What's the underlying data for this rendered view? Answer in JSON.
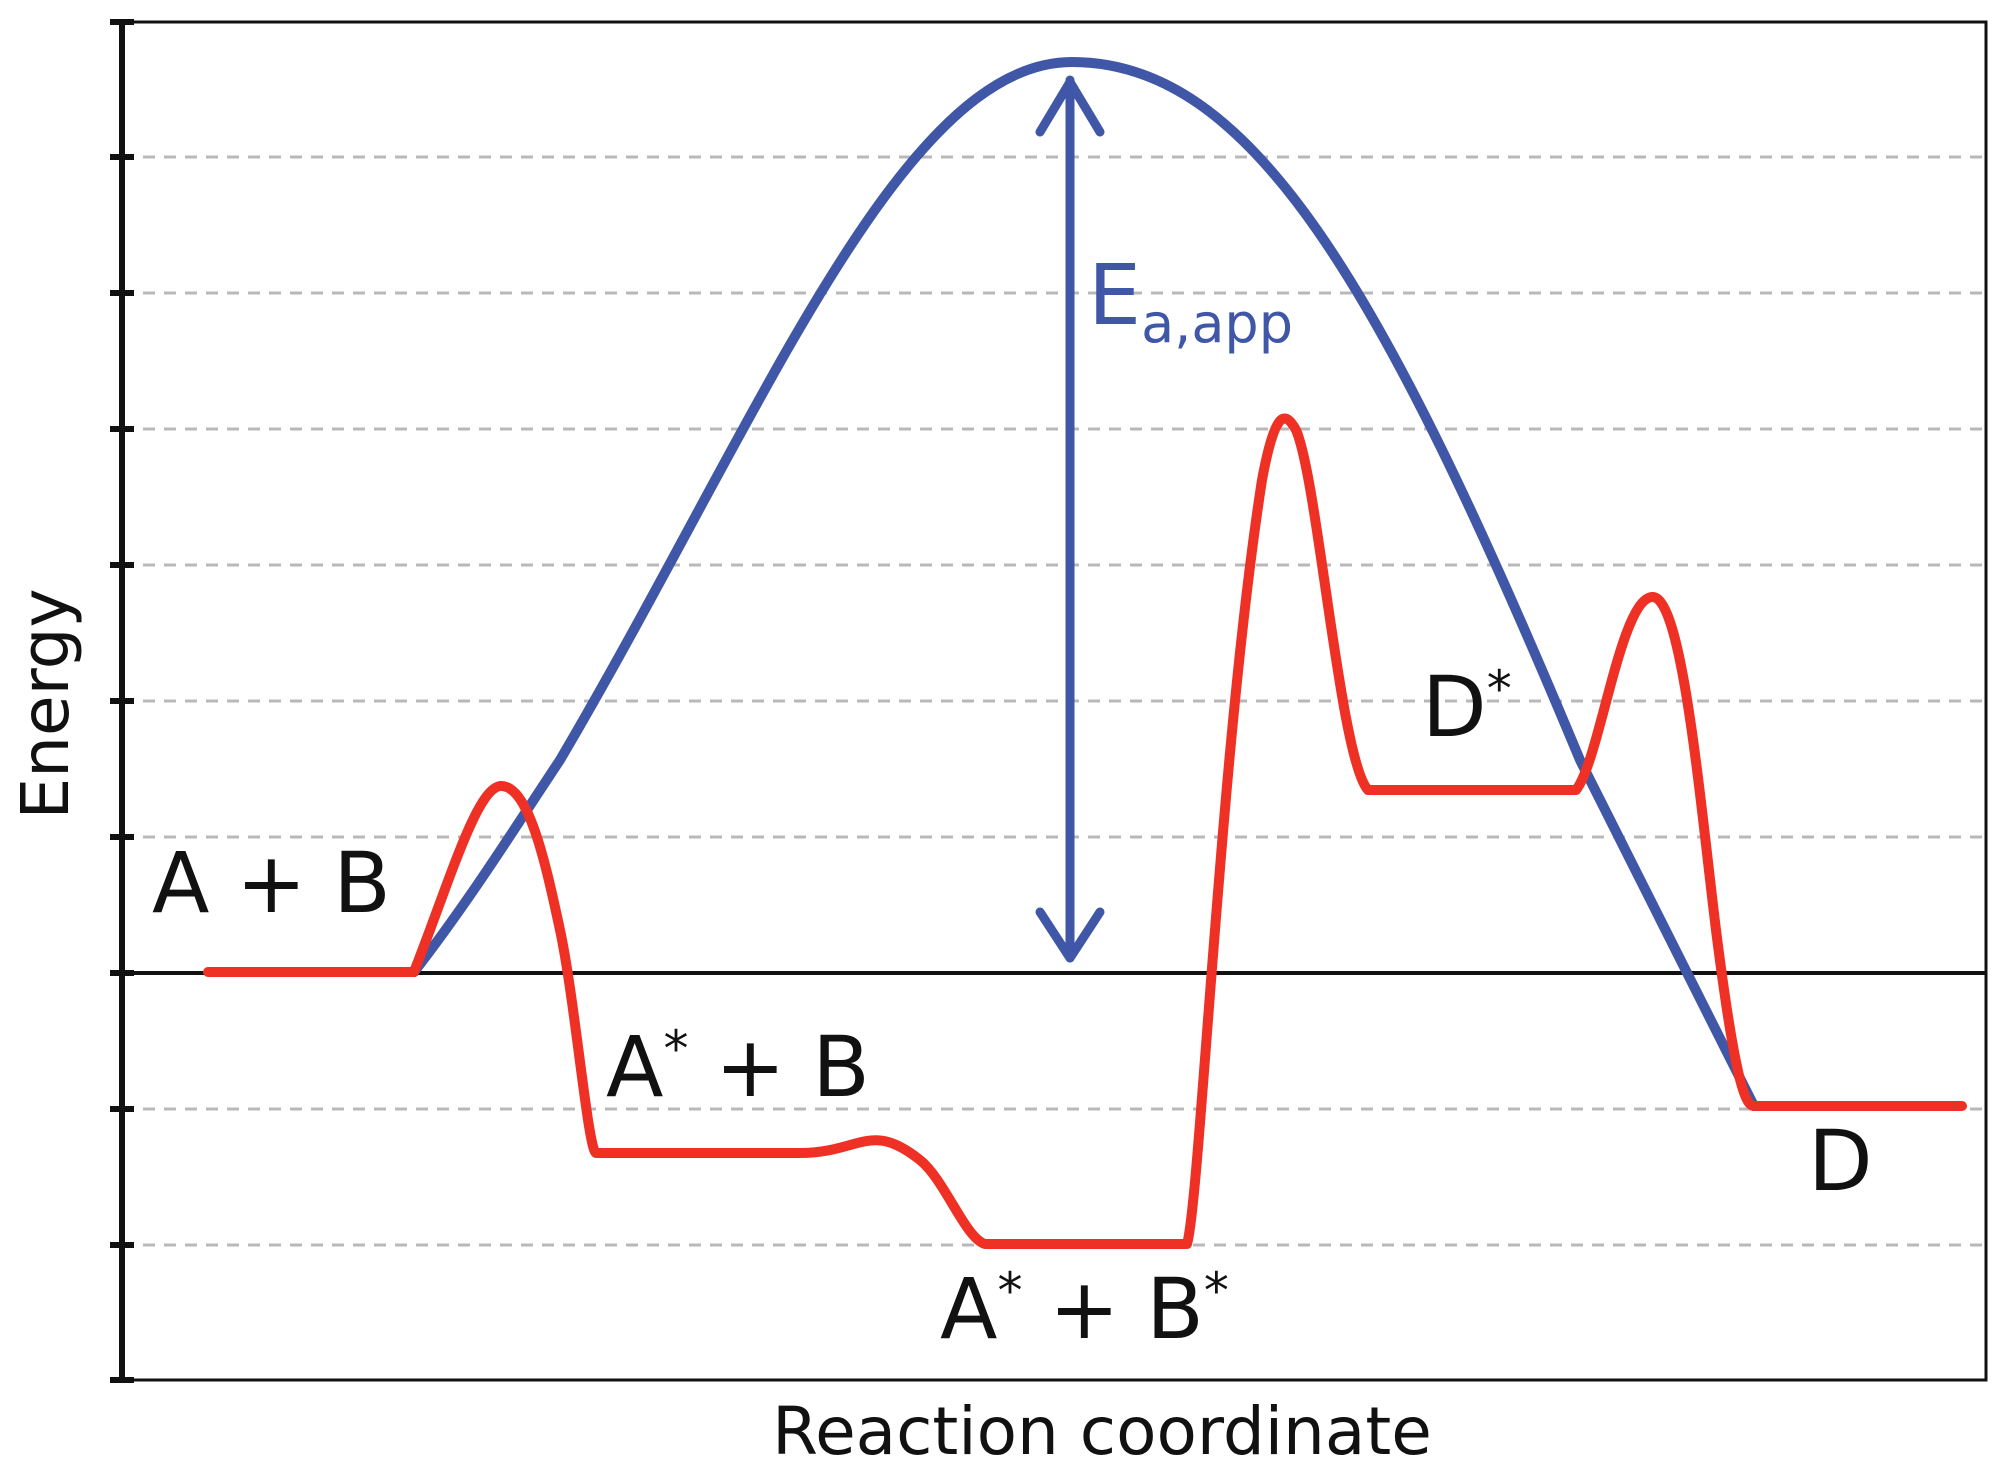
{
  "figure": {
    "ylabel": "Energy",
    "xlabel": "Reaction coordinate",
    "grid": "dashed horizontal",
    "colors": {
      "axis": "#111111",
      "grid": "#b8b8b8",
      "catalytic_path": "#ee3124",
      "uncatalyzed_path": "#3f57a6",
      "text": "#111111"
    }
  },
  "energy_axis": {
    "tick_count": 11,
    "reference_line_level": 7
  },
  "species_labels": [
    {
      "base": "A",
      "sup": "",
      "mid": " + B",
      "sup2": ""
    },
    {
      "base": "A",
      "sup": "*",
      "mid": " + B",
      "sup2": ""
    },
    {
      "base": "A",
      "sup": "*",
      "mid": " + B",
      "sup2": "*"
    },
    {
      "base": "D",
      "sup": "*",
      "mid": "",
      "sup2": ""
    },
    {
      "base": "D",
      "sup": "",
      "mid": "",
      "sup2": ""
    }
  ],
  "activation_energy": {
    "main": "E",
    "subscript": "a,app"
  },
  "paths": {
    "uncatalyzed": {
      "name": "",
      "levels": [
        {
          "stage": "A + B",
          "energy": 0
        },
        {
          "stage": "transition state",
          "energy": 6.7
        },
        {
          "stage": "D",
          "energy": -1
        }
      ]
    },
    "catalytic": {
      "name": "",
      "levels": [
        {
          "stage": "A + B",
          "energy": 0
        },
        {
          "stage": "barrier",
          "energy": 1.4
        },
        {
          "stage": "A* + B",
          "energy": -1.3
        },
        {
          "stage": "barrier",
          "energy": -1.1
        },
        {
          "stage": "A* + B*",
          "energy": -2
        },
        {
          "stage": "barrier",
          "energy": 4.1
        },
        {
          "stage": "D*",
          "energy": 1.35
        },
        {
          "stage": "barrier",
          "energy": 2.75
        },
        {
          "stage": "D",
          "energy": -1
        }
      ]
    }
  }
}
